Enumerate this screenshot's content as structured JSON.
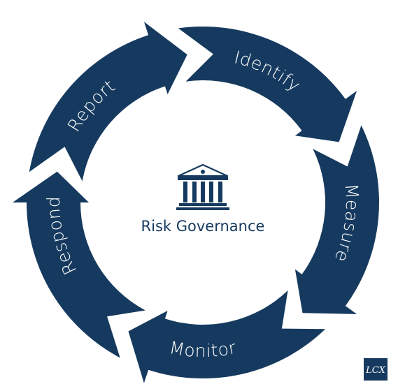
{
  "colors": {
    "primary": "#163a5f",
    "background": "#ffffff"
  },
  "center": {
    "icon": "bank-building-icon",
    "title": "Risk Governance"
  },
  "segments": [
    {
      "key": "report",
      "label": "Report"
    },
    {
      "key": "identify",
      "label": "Identify"
    },
    {
      "key": "measure",
      "label": "Measure"
    },
    {
      "key": "monitor",
      "label": "Monitor"
    },
    {
      "key": "respond",
      "label": "Respond"
    }
  ],
  "logo": {
    "text": "LCX"
  }
}
